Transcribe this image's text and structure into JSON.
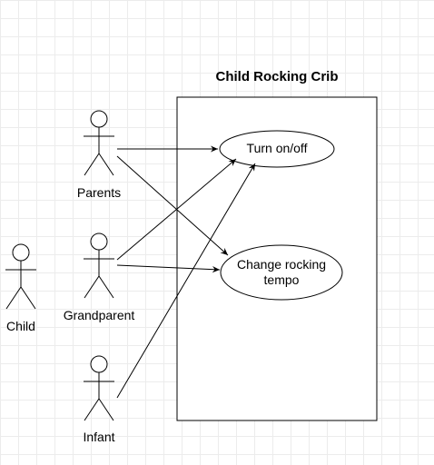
{
  "system": {
    "title": "Child Rocking Crib"
  },
  "actors": {
    "parents": "Parents",
    "grandparent": "Grandparent",
    "child": "Child",
    "infant": "Infant"
  },
  "use_cases": {
    "turn_on_off": "Turn on/off",
    "change_tempo_line1": "Change rocking",
    "change_tempo_line2": "tempo"
  },
  "colors": {
    "stroke": "#000000",
    "background": "#ffffff",
    "grid": "#ececec"
  }
}
